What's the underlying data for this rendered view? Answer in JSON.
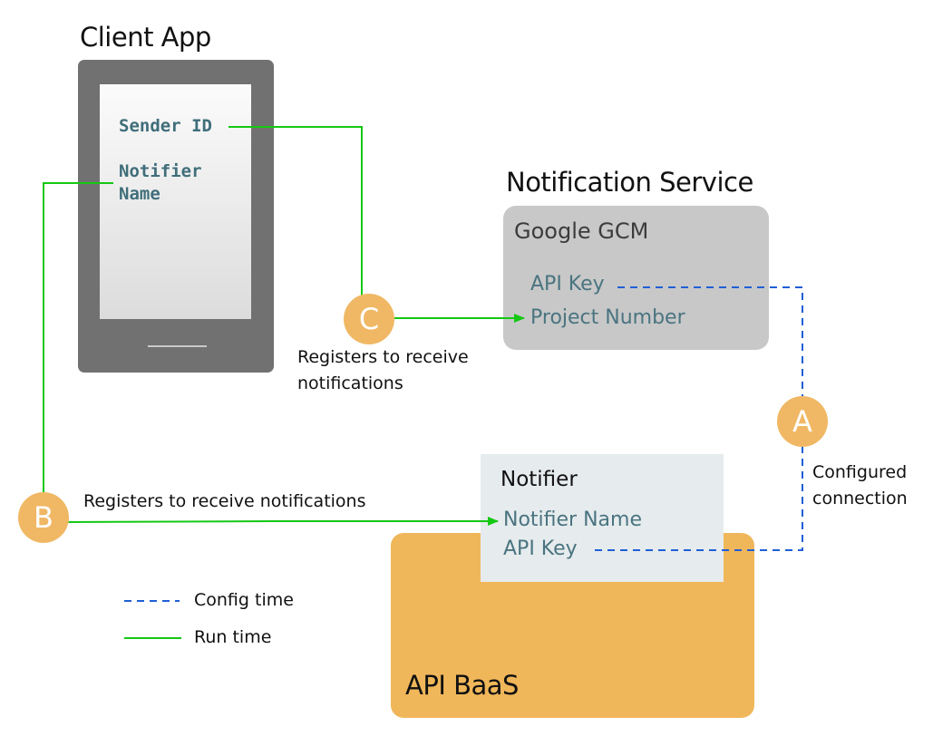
{
  "colors": {
    "runtime_line": "#14c814",
    "config_line": "#1f5fd6",
    "badge": "#f0b865",
    "baas": "#f0b75a",
    "field_text": "#4a7480"
  },
  "client_app": {
    "title": "Client App",
    "fields": [
      "Sender ID",
      "Notifier",
      "Name"
    ]
  },
  "notification_service": {
    "title": "Notification Service",
    "provider": "Google GCM",
    "fields": [
      "API Key",
      "Project Number"
    ]
  },
  "api_baas": {
    "title": "API BaaS",
    "notifier": {
      "title": "Notifier",
      "fields": [
        "Notifier Name",
        "API Key"
      ]
    }
  },
  "steps": {
    "a": {
      "badge": "A",
      "label_line1": "Configured",
      "label_line2": "connection"
    },
    "b": {
      "badge": "B",
      "label": "Registers to receive notifications"
    },
    "c": {
      "badge": "C",
      "label_line1": "Registers to receive",
      "label_line2": "notifications"
    }
  },
  "legend": {
    "config": {
      "icon": "dashed-line-icon",
      "label": "Config time"
    },
    "run": {
      "icon": "solid-line-icon",
      "label": "Run time"
    }
  }
}
